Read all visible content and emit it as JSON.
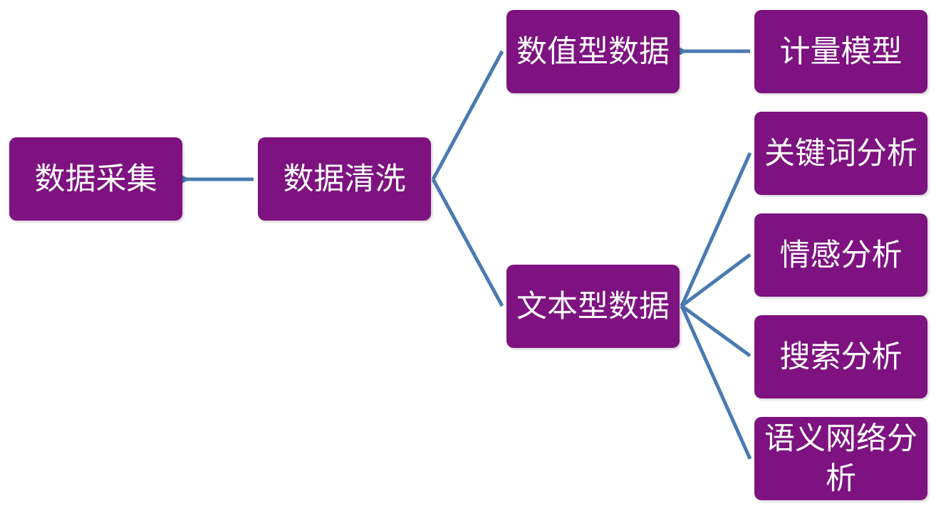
{
  "colors": {
    "node": "#7d1280",
    "connector": "#4a7ab0",
    "text": "#ffffff"
  },
  "nodes": {
    "collect": "数据采集",
    "clean": "数据清洗",
    "numeric": "数值型数据",
    "text": "文本型数据",
    "econometric": "计量模型",
    "keyword": "关键词分析",
    "sentiment": "情感分析",
    "search": "搜索分析",
    "semantic": "语义网络分析"
  }
}
